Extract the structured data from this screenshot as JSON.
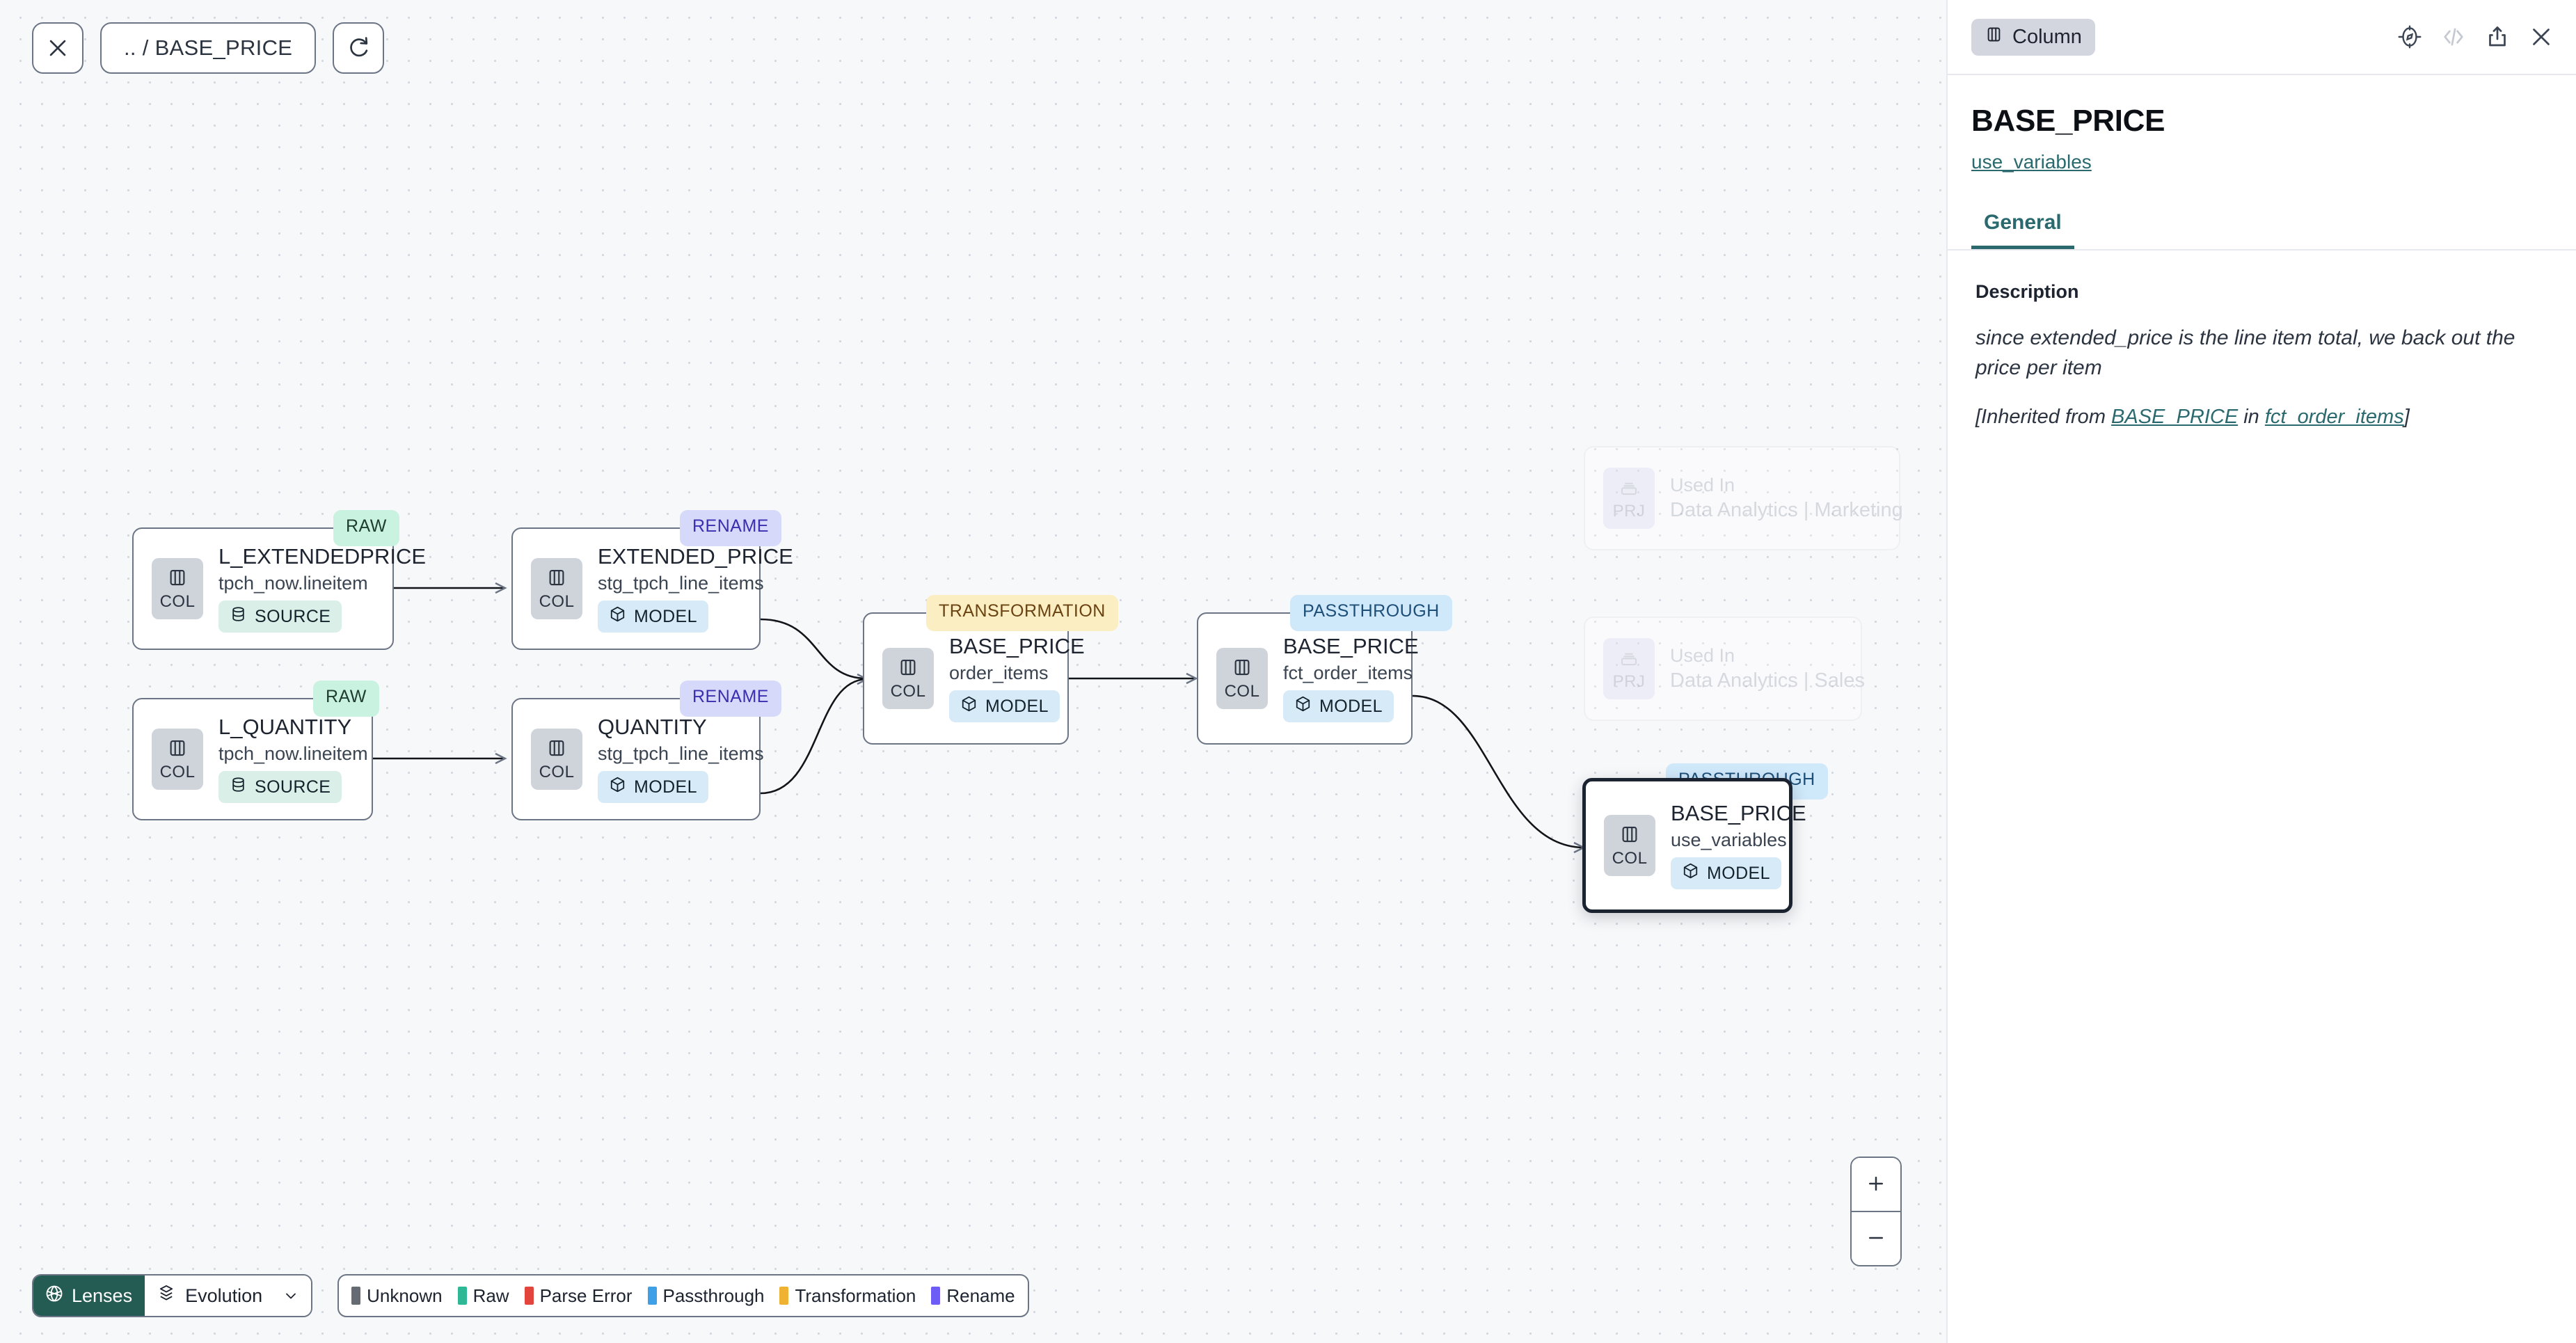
{
  "toolbar": {
    "close_icon": "close-icon",
    "breadcrumb": ".. / BASE_PRICE",
    "refresh_icon": "refresh-icon"
  },
  "canvas": {
    "nodes": [
      {
        "id": "l_extendedprice",
        "tag": "RAW",
        "tag_kind": "raw",
        "kind": "COL",
        "title": "L_EXTENDEDPRICE",
        "subtitle": "tpch_now.lineitem",
        "materialization": "SOURCE",
        "mat_kind": "source",
        "selected": false
      },
      {
        "id": "extended_price",
        "tag": "RENAME",
        "tag_kind": "rename",
        "kind": "COL",
        "title": "EXTENDED_PRICE",
        "subtitle": "stg_tpch_line_items",
        "materialization": "MODEL",
        "mat_kind": "model",
        "selected": false
      },
      {
        "id": "l_quantity",
        "tag": "RAW",
        "tag_kind": "raw",
        "kind": "COL",
        "title": "L_QUANTITY",
        "subtitle": "tpch_now.lineitem",
        "materialization": "SOURCE",
        "mat_kind": "source",
        "selected": false
      },
      {
        "id": "quantity",
        "tag": "RENAME",
        "tag_kind": "rename",
        "kind": "COL",
        "title": "QUANTITY",
        "subtitle": "stg_tpch_line_items",
        "materialization": "MODEL",
        "mat_kind": "model",
        "selected": false
      },
      {
        "id": "order_items",
        "tag": "TRANSFORMATION",
        "tag_kind": "transformation",
        "kind": "COL",
        "title": "BASE_PRICE",
        "subtitle": "order_items",
        "materialization": "MODEL",
        "mat_kind": "model",
        "selected": false
      },
      {
        "id": "fct_order_items",
        "tag": "PASSTHROUGH",
        "tag_kind": "passthrough",
        "kind": "COL",
        "title": "BASE_PRICE",
        "subtitle": "fct_order_items",
        "materialization": "MODEL",
        "mat_kind": "model",
        "selected": false
      },
      {
        "id": "use_variables",
        "tag": "PASSTHROUGH",
        "tag_kind": "passthrough",
        "kind": "COL",
        "title": "BASE_PRICE",
        "subtitle": "use_variables",
        "materialization": "MODEL",
        "mat_kind": "model",
        "selected": true
      }
    ],
    "used_in": [
      {
        "id": "used-marketing",
        "kind": "PRJ",
        "label": "Used In",
        "name": "Data Analytics | Marketing"
      },
      {
        "id": "used-sales",
        "kind": "PRJ",
        "label": "Used In",
        "name": "Data Analytics | Sales"
      }
    ]
  },
  "bottom": {
    "lenses_label": "Lenses",
    "evolution_label": "Evolution",
    "legend": [
      {
        "label": "Unknown",
        "color": "#666b73"
      },
      {
        "label": "Raw",
        "color": "#2fb896"
      },
      {
        "label": "Parse Error",
        "color": "#e2453c"
      },
      {
        "label": "Passthrough",
        "color": "#3fa0e8"
      },
      {
        "label": "Transformation",
        "color": "#efb232"
      },
      {
        "label": "Rename",
        "color": "#6d5cf5"
      }
    ],
    "zoom_in": "+",
    "zoom_out": "−"
  },
  "panel": {
    "entity_chip": "Column",
    "entity_icon": "column-icon",
    "actions": [
      {
        "name": "compass-icon",
        "muted": false
      },
      {
        "name": "code-icon",
        "muted": true
      },
      {
        "name": "share-icon",
        "muted": false
      },
      {
        "name": "close-icon",
        "muted": false
      }
    ],
    "title": "BASE_PRICE",
    "subtitle_link": "use_variables",
    "tabs": [
      {
        "label": "General",
        "active": true
      }
    ],
    "description_label": "Description",
    "description_text": "since extended_price is the line item total, we back out the price per item",
    "inherited_prefix": "[Inherited from ",
    "inherited_link_1": "BASE_PRICE",
    "inherited_mid": " in ",
    "inherited_link_2": "fct_order_items",
    "inherited_suffix": "]"
  },
  "colors": {
    "accent_teal": "#2a6a6e",
    "lenses_bg": "#245b52",
    "canvas_bg": "#f7f8fa",
    "node_border": "#6c7585",
    "selected_border": "#1c2330"
  }
}
